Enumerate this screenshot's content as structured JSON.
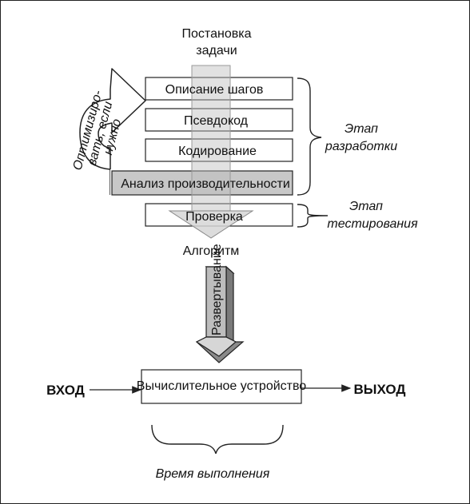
{
  "problem_statement": [
    "Постановка",
    "задачи"
  ],
  "steps": {
    "describe": "Описание шагов",
    "pseudocode": "Псевдокод",
    "coding": "Кодирование",
    "analysis": "Анализ производительности",
    "check": "Проверка"
  },
  "optimize": [
    "Оптимизиро-",
    "вать, если",
    "нужно"
  ],
  "stages": {
    "development": [
      "Этап",
      "разработки"
    ],
    "testing": [
      "Этап",
      "тестирования"
    ]
  },
  "algorithm": "Алгоритм",
  "deployment": "Развертывание",
  "input": "ВХОД",
  "device": "Вычислительное устройство",
  "output": "ВЫХОД",
  "runtime": "Время выполнения",
  "colors": {
    "box_gray": "#c8c8c8",
    "arrow_gray": "#bdbdbd",
    "dark": "#444444"
  }
}
